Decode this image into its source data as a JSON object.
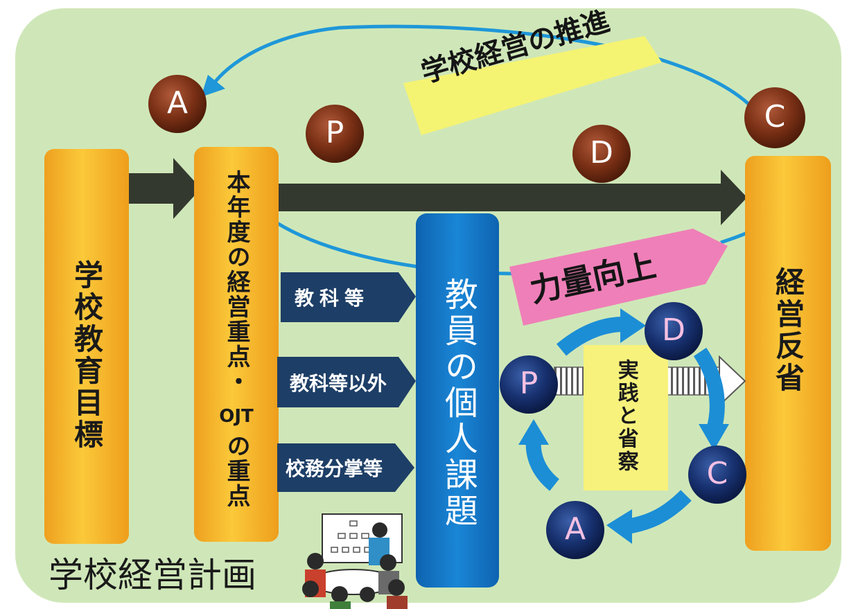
{
  "colors": {
    "background": "#cfe7b8",
    "pillar": "#f5b52a",
    "pillar_edge": "#e89512",
    "dark_arrow": "#34392f",
    "blue_curve": "#1f97d8",
    "navy_box": "#1d3e66",
    "center_column": "#1274c4",
    "outer_circle": "#7a3015",
    "inner_circle": "#17306e",
    "banner_yellow": "#f5f372",
    "banner_pink": "#ef7fb8",
    "practice_box": "#f7f27c",
    "cycle_arrow": "#1c8ed6"
  },
  "pillars": {
    "goal": "学校教育目標",
    "focus_top": "本年度の経営重点・",
    "focus_ojt": "OJT",
    "focus_bottom": "の重点",
    "reflection": "経営反省"
  },
  "center_column": "教員の個人課題",
  "area_boxes": [
    "教科等",
    "教科等以外",
    "校務分掌等"
  ],
  "banners": {
    "promotion": "学校経営の推進",
    "improvement": "力量向上"
  },
  "outer_cycle": {
    "a": "A",
    "p": "P",
    "d": "D",
    "c": "C"
  },
  "inner_cycle": {
    "p": "P",
    "d": "D",
    "c": "C",
    "a": "A",
    "practice": "実践と省察"
  },
  "plan_title": "学校経営計画",
  "illustration": "meeting-illustration"
}
